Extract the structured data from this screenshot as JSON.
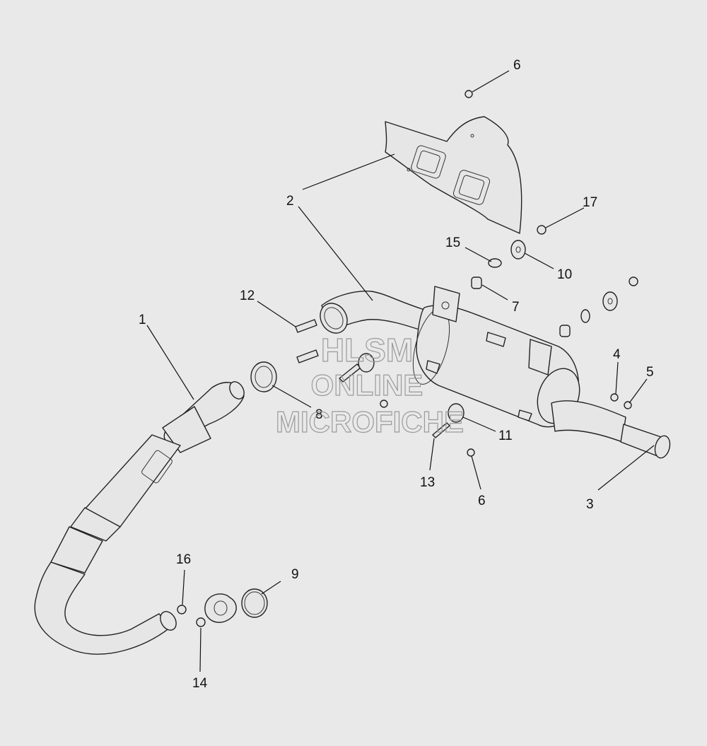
{
  "diagram": {
    "callouts": [
      "1",
      "2",
      "3",
      "4",
      "5",
      "6",
      "6",
      "7",
      "8",
      "9",
      "10",
      "11",
      "12",
      "13",
      "14",
      "15",
      "16",
      "17"
    ]
  },
  "watermark": {
    "line1": "HLSM",
    "line2": "ONLINE",
    "line3": "MICROFICHE"
  }
}
